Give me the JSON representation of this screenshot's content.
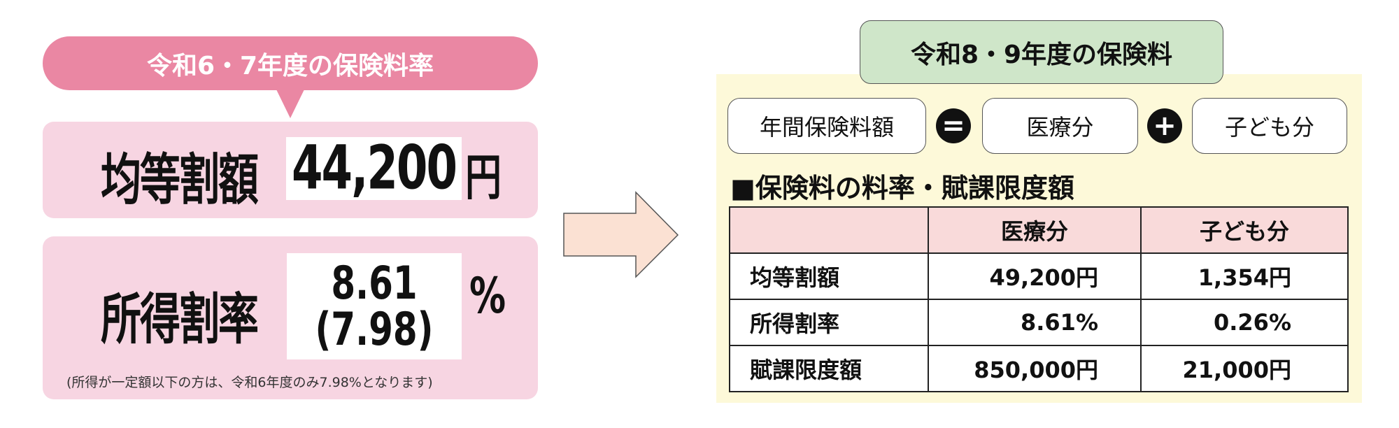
{
  "left": {
    "title": "令和6・7年度の保険料率",
    "per_capita": {
      "label": "均等割額",
      "value": "44,200",
      "unit": "円"
    },
    "income_rate": {
      "label": "所得割率",
      "value": "8.61",
      "value_reduced": "(7.98)",
      "unit": "%"
    },
    "note": "(所得が一定額以下の方は、令和6年度のみ7.98%となります)"
  },
  "right": {
    "title": "令和8・9年度の保険料",
    "formula": {
      "total": "年間保険料額",
      "equals_icon": "equals-circle-icon",
      "medical": "医療分",
      "plus_icon": "plus-circle-icon",
      "children": "子ども分"
    },
    "heading": "■保険料の料率・賦課限度額",
    "table": {
      "headers": [
        "",
        "医療分",
        "子ども分"
      ],
      "rows": [
        [
          "均等割額",
          "49,200円",
          "1,354円"
        ],
        [
          "所得割率",
          "8.61%",
          "0.26%"
        ],
        [
          "賦課限度額",
          "850,000円",
          "21,000円"
        ]
      ]
    }
  },
  "arrow_icon": "right-arrow-icon",
  "colors": {
    "pink": "#ea87a3",
    "pink_light": "#f7d5e2",
    "green": "#cfe6c9",
    "yellow": "#fdf9d9",
    "table_header": "#f9dada",
    "arrow": "#fbe1d3"
  }
}
